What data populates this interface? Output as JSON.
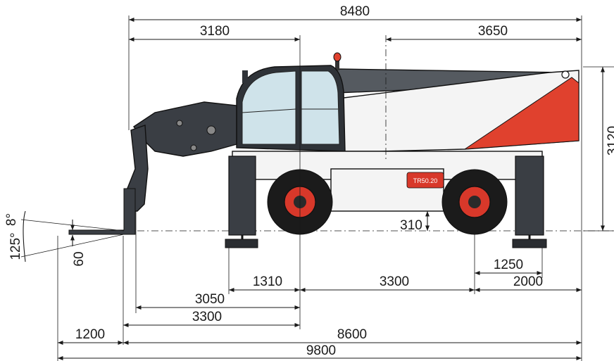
{
  "dimensions": {
    "overall_length": "8480",
    "front_to_cab": "3180",
    "rear_overhang_top": "3650",
    "height": "3120",
    "ground_clearance": "310",
    "fork_tilt_up": "8°",
    "fork_tilt_down": "125°",
    "fork_thickness": "60",
    "front_outrigger": "1310",
    "wheelbase": "3300",
    "rear_outrigger_inner": "1250",
    "rear_outrigger_outer": "2000",
    "front_overhang_a": "3050",
    "front_overhang_b": "3300",
    "fork_length": "1200",
    "length_without_forks": "8600",
    "total_length": "9800"
  },
  "model_badge": "TR50.20",
  "colors": {
    "body_white": "#f4f4f4",
    "chassis_dark": "#3a3e44",
    "accent_red": "#e0412e",
    "glass": "#cfe3ea",
    "rim_red": "#d8382a",
    "tire_black": "#1b1b1b"
  }
}
